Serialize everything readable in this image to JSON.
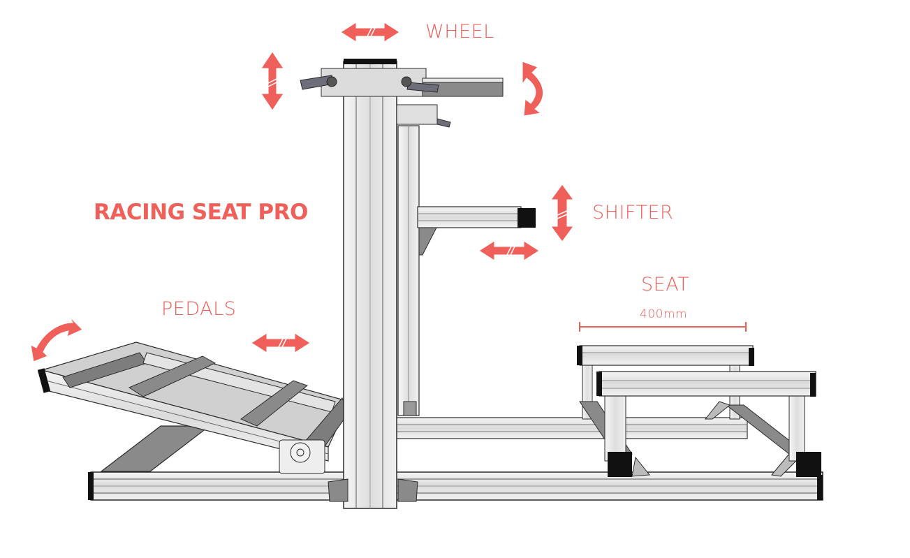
{
  "title": "RACING SEAT PRO",
  "labels": {
    "wheel": "WHEEL",
    "shifter": "SHIFTER",
    "seat": "SEAT",
    "pedals": "PEDALS",
    "seat_width": "400mm"
  },
  "colors": {
    "accent": "#f0605a",
    "frame": "#e6e6e6",
    "frame_outline": "#2b2b2b",
    "shade": "#8a8a8a",
    "end_cap": "#111111"
  },
  "icons": {
    "horizontal_arrow": "double-arrow-horizontal",
    "vertical_arrow": "double-arrow-vertical",
    "rotate_arrow": "curved-rotate-arrow"
  }
}
